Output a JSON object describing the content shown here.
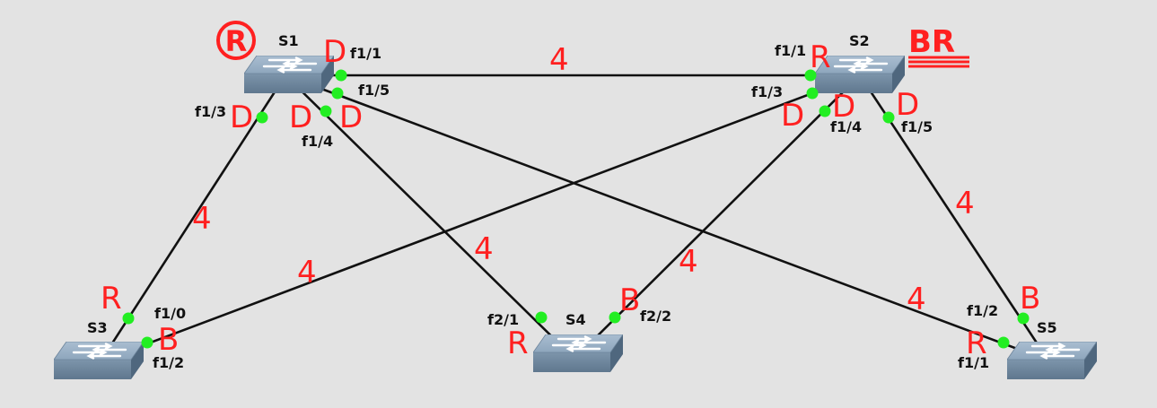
{
  "colors": {
    "background": "#e3e3e3",
    "link": "#111111",
    "port": "#22ee22",
    "annotation": "#ff2020"
  },
  "switches": [
    {
      "id": "s1",
      "name": "S1"
    },
    {
      "id": "s2",
      "name": "S2"
    },
    {
      "id": "s3",
      "name": "S3"
    },
    {
      "id": "s4",
      "name": "S4"
    },
    {
      "id": "s5",
      "name": "S5"
    }
  ],
  "root_marker": "R",
  "bridge_root_label": "BR",
  "links": [
    {
      "id": "s1-s2",
      "from": "S1",
      "from_port": "f1/1",
      "from_role": "D",
      "to": "S2",
      "to_port": "f1/1",
      "to_role": "R",
      "cost": "4"
    },
    {
      "id": "s1-s3",
      "from": "S1",
      "from_port": "f1/3",
      "from_role": "D",
      "to": "S3",
      "to_port": "f1/0",
      "to_role": "R",
      "cost": "4"
    },
    {
      "id": "s1-s4",
      "from": "S1",
      "from_port": "f1/4",
      "from_role": "D",
      "to": "S4",
      "to_port": "f2/1",
      "to_role": "R",
      "cost": "4"
    },
    {
      "id": "s1-s5",
      "from": "S1",
      "from_port": "f1/5",
      "from_role": "D",
      "to": "S5",
      "to_port": "f1/1",
      "to_role": "R",
      "cost": "4"
    },
    {
      "id": "s2-s3",
      "from": "S2",
      "from_port": "f1/3",
      "from_role": "D",
      "to": "S3",
      "to_port": "f1/2",
      "to_role": "B",
      "cost": "4"
    },
    {
      "id": "s2-s4",
      "from": "S2",
      "from_port": "f1/4",
      "from_role": "D",
      "to": "S4",
      "to_port": "f2/2",
      "to_role": "B",
      "cost": "4"
    },
    {
      "id": "s2-s5",
      "from": "S2",
      "from_port": "f1/5",
      "from_role": "D",
      "to": "S5",
      "to_port": "f1/2",
      "to_role": "B",
      "cost": "4"
    }
  ]
}
